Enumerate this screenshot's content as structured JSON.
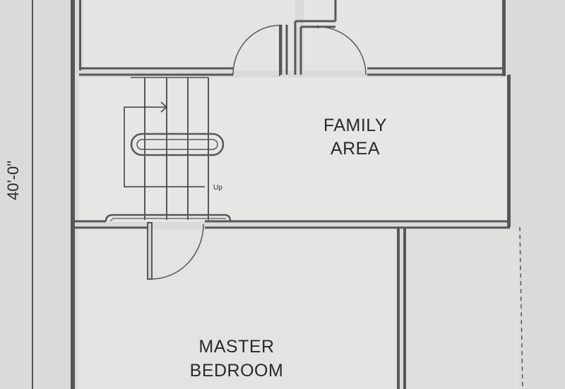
{
  "plan": {
    "dimension_label": "40'-0\"",
    "stair_direction_label": "Up",
    "rooms": [
      {
        "id": "family-area",
        "lines": [
          "FAMILY",
          "AREA"
        ]
      },
      {
        "id": "master-bedroom",
        "lines": [
          "MASTER",
          "BEDROOM"
        ]
      }
    ]
  },
  "colors": {
    "background": "#d9dbd8",
    "paper": "#e6e7e4",
    "wall": "#55575a",
    "wall_fill": "#d2d4d3",
    "text": "#2a2a2a"
  }
}
